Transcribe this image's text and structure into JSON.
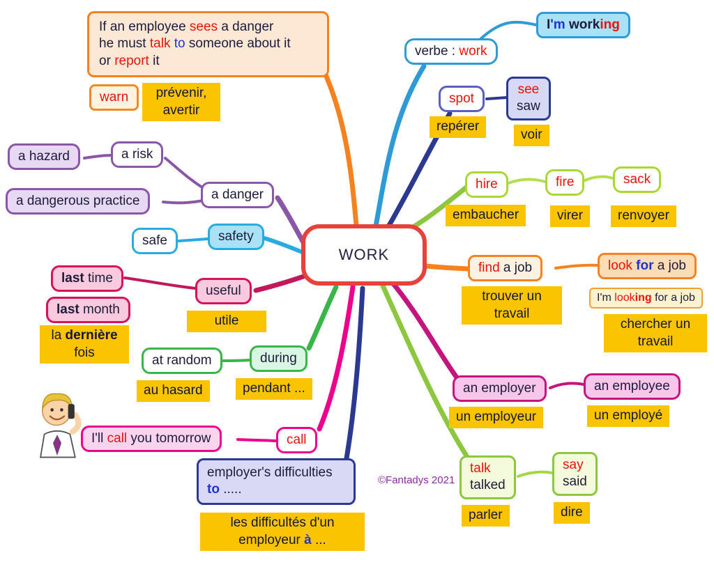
{
  "palette": {
    "yellow_tag": "#FBC400",
    "orange": "#F5821F",
    "sky_blue": "#2E9BD6",
    "navy": "#2B3990",
    "green": "#8DC63F",
    "leaf_green": "#3AB54A",
    "magenta": "#C4157F",
    "bright_magenta": "#EC008C",
    "purple": "#8A56A8",
    "cyan": "#29ABE2",
    "crimson": "#C2185B",
    "red_word": "#E8130C",
    "blue_word": "#2233CC",
    "center_border": "#E8413C"
  },
  "center": {
    "label": "WORK"
  },
  "note": {
    "l1a": "If an employee ",
    "l1b": "sees",
    "l1c": " a danger",
    "l2a": "he must ",
    "l2b": "talk",
    "l2c": " ",
    "l2d": "to",
    "l2e": " someone about it",
    "l3a": "or ",
    "l3b": "report",
    "l3c": " it"
  },
  "warn": {
    "en": "warn",
    "fr": "prévenir, avertir"
  },
  "verbe": {
    "label": "verbe : ",
    "word": "work"
  },
  "im_working": {
    "p1": "I",
    "p2": "'m",
    "p3": " work",
    "p4": "ing"
  },
  "spot": {
    "en": "spot",
    "fr": "repérer"
  },
  "see": {
    "base": "see",
    "past": "saw",
    "fr": "voir"
  },
  "hire": {
    "en": "hire",
    "fr": "embaucher"
  },
  "fire": {
    "en": "fire",
    "fr": "virer"
  },
  "sack": {
    "en": "sack",
    "fr": "renvoyer"
  },
  "find_job": {
    "p1": "find",
    "p2": " a job",
    "fr": "trouver un travail"
  },
  "look_job": {
    "p1": "look ",
    "p2": "for",
    "p3": " a job",
    "fr": "chercher un travail"
  },
  "im_looking": {
    "p1": "I'm ",
    "p2": "look",
    "p3": "ing",
    "p4": " for a job"
  },
  "employer": {
    "en": "an employer",
    "fr": "un employeur"
  },
  "employee": {
    "en": "an employee",
    "fr": "un employé"
  },
  "talk": {
    "base": "talk",
    "past": "talked",
    "fr": "parler"
  },
  "say": {
    "base": "say",
    "past": "said",
    "fr": "dire"
  },
  "hazard": {
    "en": "a hazard"
  },
  "risk": {
    "en": "a risk"
  },
  "dangerous_practice": {
    "en": "a dangerous practice"
  },
  "danger": {
    "en": "a danger"
  },
  "safe": {
    "en": "safe"
  },
  "safety": {
    "en": "safety"
  },
  "last_time": {
    "p1": "last",
    "p2": " time"
  },
  "last_month": {
    "p1": "last",
    "p2": " month"
  },
  "derniere": {
    "p1": "la ",
    "p2": "dernière",
    "p3": " fois"
  },
  "useful": {
    "en": "useful",
    "fr": "utile"
  },
  "at_random": {
    "en": "at random",
    "fr": "au hasard"
  },
  "during": {
    "en": "during",
    "fr": "pendant ..."
  },
  "ill_call": {
    "p1": "I'll ",
    "p2": "call",
    "p3": " you tomorrow"
  },
  "call": {
    "en": "call"
  },
  "difficulties": {
    "l1": "employer's difficulties",
    "l2a": "to",
    "l2b": " .....",
    "fr1": "les difficultés d'un",
    "fr2a": "employeur ",
    "fr2b": "à",
    "fr2c": " ..."
  },
  "copyright": "©Fantadys 2021"
}
